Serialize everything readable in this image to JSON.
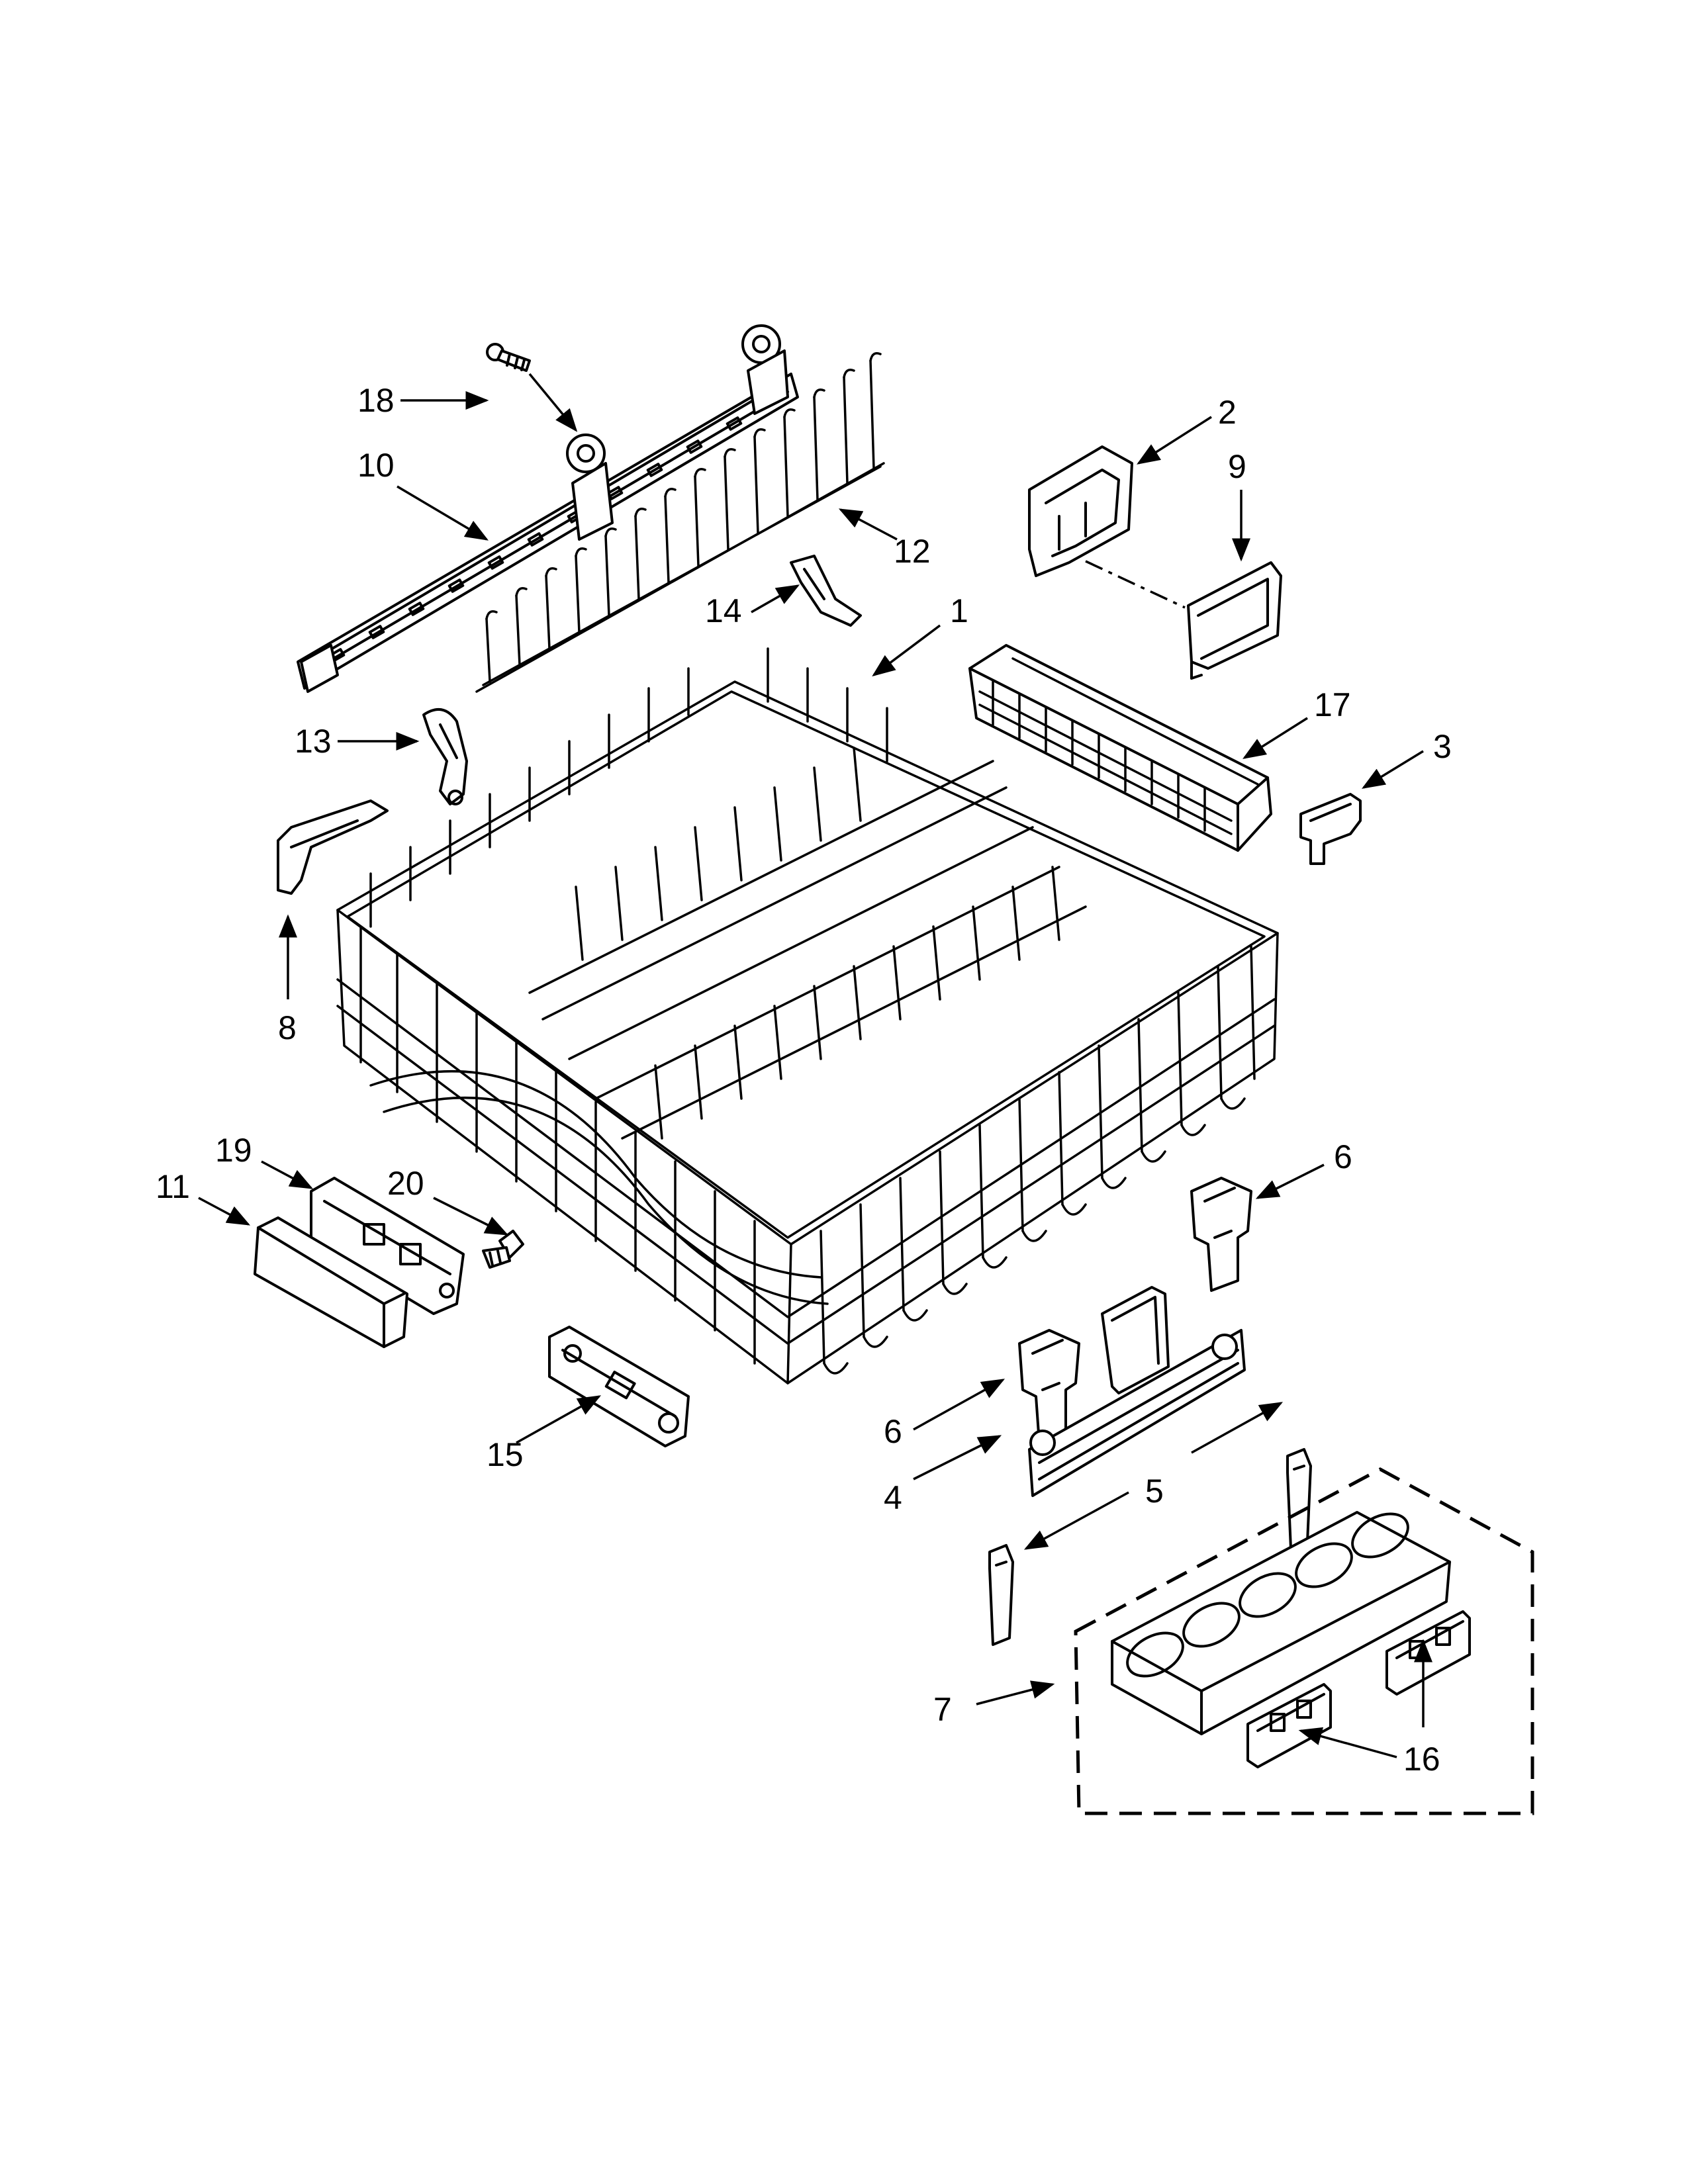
{
  "callouts": {
    "c1": "1",
    "c2": "2",
    "c3": "3",
    "c4": "4",
    "c5": "5",
    "c6a": "6",
    "c6b": "6",
    "c7": "7",
    "c8": "8",
    "c9": "9",
    "c10": "10",
    "c11": "11",
    "c12": "12",
    "c13": "13",
    "c14": "14",
    "c15": "15",
    "c16": "16",
    "c17": "17",
    "c18": "18",
    "c19": "19",
    "c20": "20"
  }
}
